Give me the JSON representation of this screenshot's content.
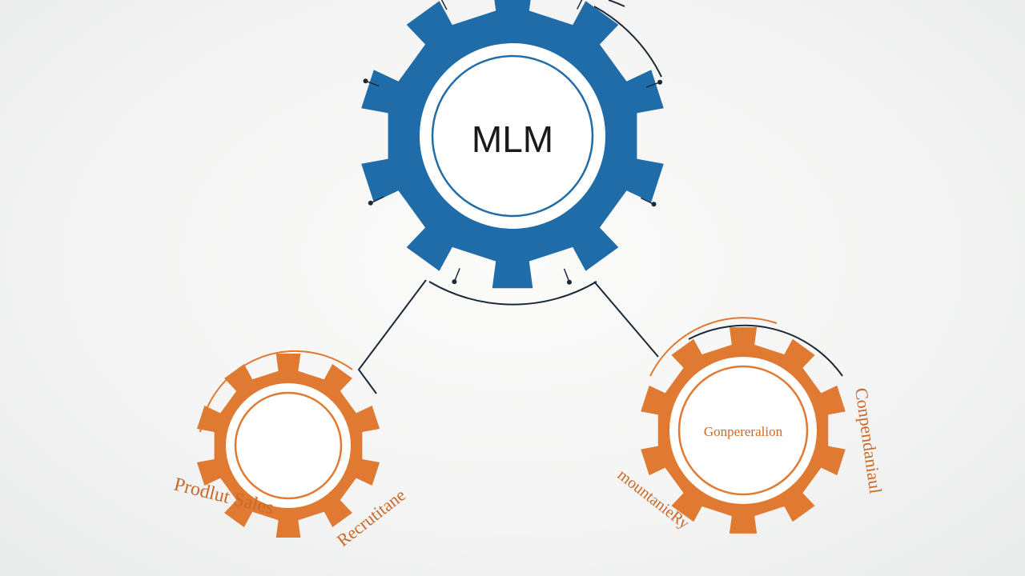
{
  "colors": {
    "background": "#f2f3f2",
    "primary_gear": "#1f6ca8",
    "primary_gear_dark": "#15517f",
    "secondary_gear": "#e07a32",
    "connector_line": "#1b2a3a",
    "inner_ring": "#ffffff",
    "text_dark": "#1a1a1a",
    "text_orange": "#c96a2a"
  },
  "diagram": {
    "central": {
      "label": "MLM",
      "icon": "gear-icon"
    },
    "nodes": [
      {
        "id": "left",
        "center_label": "",
        "outer_labels": [
          "Prodlut Sales",
          "Recrutitane"
        ],
        "icon": "gear-icon"
      },
      {
        "id": "right",
        "center_label": "Gonpereralion",
        "outer_labels": [
          "Conpendaniaul",
          "mountanieRy"
        ],
        "icon": "gear-icon"
      }
    ]
  }
}
